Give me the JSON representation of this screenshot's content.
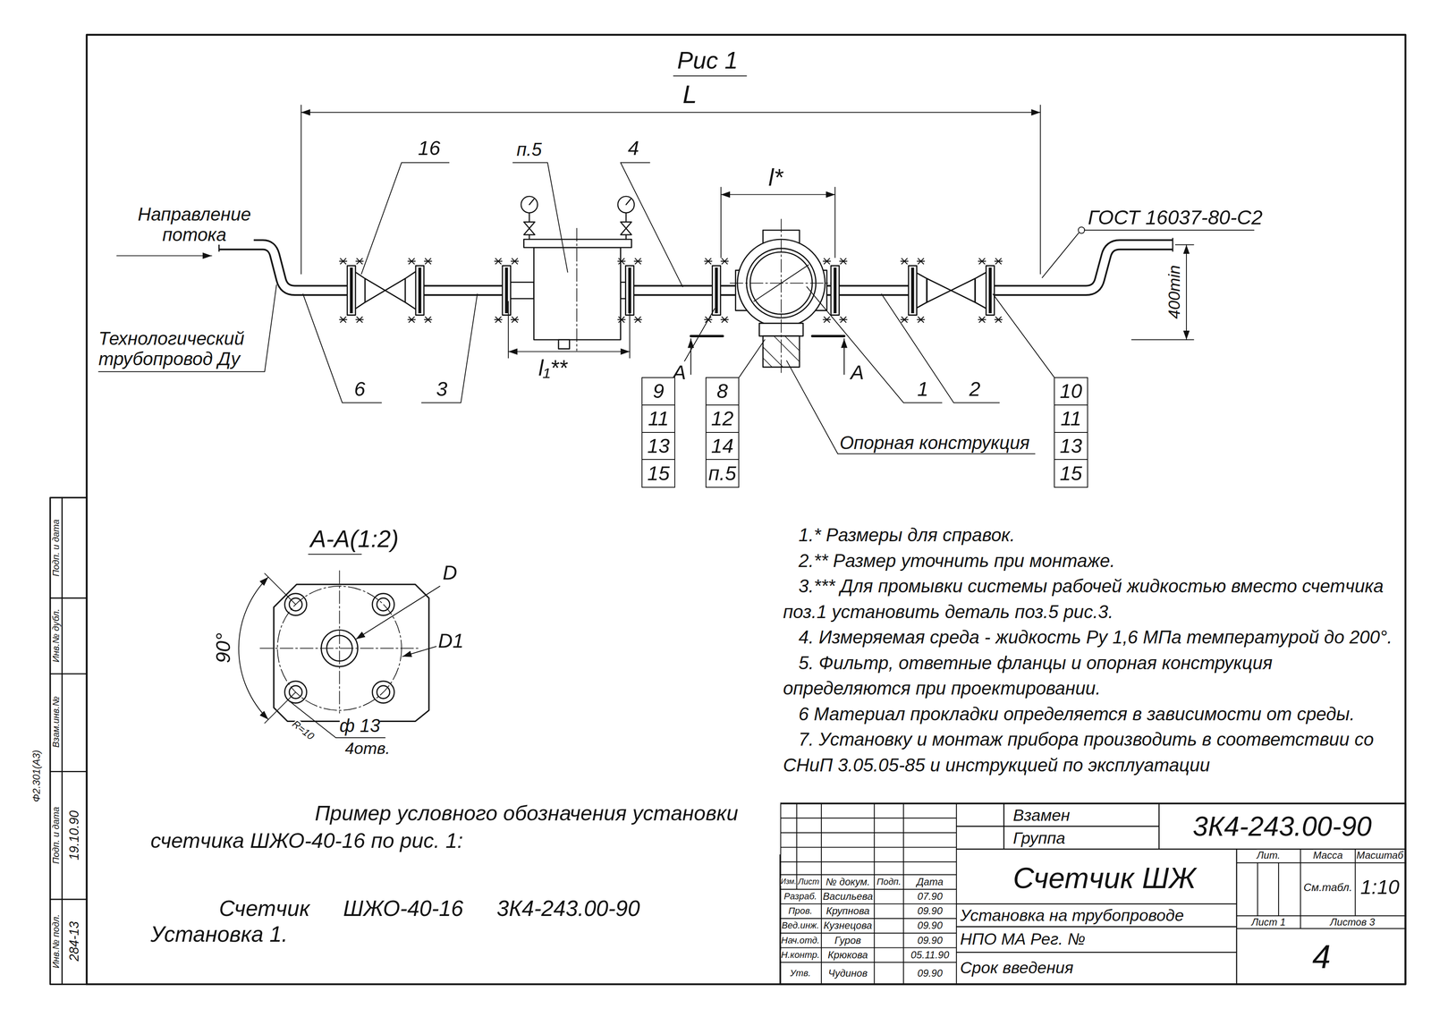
{
  "diagram": {
    "nodes": [
      {
        "text": [
          "9"
        ]
      },
      {
        "text": [
          "11"
        ]
      },
      {
        "text": [
          "13"
        ]
      },
      {
        "text": [
          "15"
        ]
      },
      {
        "text": [
          "8"
        ]
      },
      {
        "text": [
          "12"
        ]
      },
      {
        "text": [
          "14"
        ]
      },
      {
        "text": [
          "п.5"
        ]
      },
      {
        "text": [
          "10"
        ]
      },
      {
        "text": [
          "11"
        ]
      },
      {
        "text": [
          "13"
        ]
      },
      {
        "text": [
          "15"
        ]
      }
    ],
    "labels": [
      "Рис 1",
      "L",
      "16",
      "п.5",
      "4",
      "l*",
      "Направление потока",
      "ГОСТ 16037-80-С2",
      "Технологический трубопровод Ду",
      "6",
      "3",
      "l₁**",
      "1",
      "2",
      "А",
      "А",
      "Опорная конструкция",
      "400min",
      "А-А(1:2)",
      "90°",
      "D",
      "D1",
      "R=10",
      "ф 13",
      "4отв.",
      "1.* Размеры для справок.",
      "2.** Размер уточнить при монтаже.",
      "3.*** Для промывки системы рабочей жидкостью вместо счетчика поз.1 установить деталь поз.5 рис.3.",
      "4. Измеряемая среда - жидкость Ру 1,6 МПа температурой до 200°.",
      "5. Фильтр, ответные фланцы и опорная конструкция определяются при проектировании.",
      "6 Материал прокладки определяется в зависимости от среды.",
      "7. Установку и монтаж прибора производить в соответствии со СНиП 3.05.05-85 и инструкцией по эксплуатации",
      "Пример условного обозначения установки счетчика ШЖО-40-16 по рис. 1:",
      "Счетчик ШЖО-40-16 3К4-243.00-90",
      "Установка 1.",
      "Взамен",
      "Группа",
      "3К4-243.00-90",
      "Лит.",
      "Масса",
      "Масштаб",
      "Счетчик ШЖ",
      "См.табл.",
      "1:10",
      "Установка на трубопроводе",
      "Лист 1",
      "Листов 3",
      "4",
      "НПО МА Рег. №",
      "Срок введения",
      "Изм.",
      "Лист",
      "№ докум.",
      "Подп.",
      "Дата",
      "Разраб.",
      "Васильева",
      "07.90",
      "Пров.",
      "Крупнова",
      "09.90",
      "Вед.инж.",
      "Кузнецова",
      "09.90",
      "Нач.отд.",
      "Гуров",
      "09.90",
      "Н.контр.",
      "Крюкова",
      "05.11.90",
      "Утв.",
      "Чудинов",
      "09.90",
      "Подп. и дата",
      "Инв.№ дубл.",
      "Взам.инв.№",
      "Подп. и дата",
      "19.10.90",
      "Инв.№ подл.",
      "284-13",
      "Ф2.301(А3)"
    ]
  }
}
